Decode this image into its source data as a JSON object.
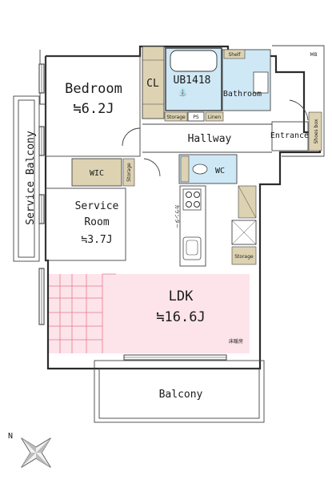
{
  "rooms": {
    "bedroom": {
      "name": "Bedroom",
      "area": "≒6.2J"
    },
    "service_room": {
      "name_line1": "Service",
      "name_line2": "Room",
      "area": "≒3.7J"
    },
    "ldk": {
      "name": "LDK",
      "area": "≒16.6J"
    },
    "bath_unit": "UB1418",
    "bathroom": "Bathroom",
    "hallway": "Hallway",
    "entrance": "Entrance",
    "wc": "WC",
    "wic": "WIC",
    "closet": "CL",
    "balcony": "Balcony",
    "service_balcony": "Service Balcony",
    "meter_box": "MB"
  },
  "small_labels": {
    "storage": "Storage",
    "ps": "PS",
    "linen": "Linen",
    "shelf": "Shelf",
    "shoes_box": "Shoes box",
    "floor_heating": "床暖房",
    "counter": "カウンター"
  },
  "colors": {
    "floor_heating": "#fde4ea",
    "storage_wood": "#ddd2b2",
    "wet_area_blue": "#cfe8f5",
    "wall": "#2b2b2b"
  },
  "icons": {
    "compass": "compass-star-icon",
    "compass_north": "N"
  }
}
